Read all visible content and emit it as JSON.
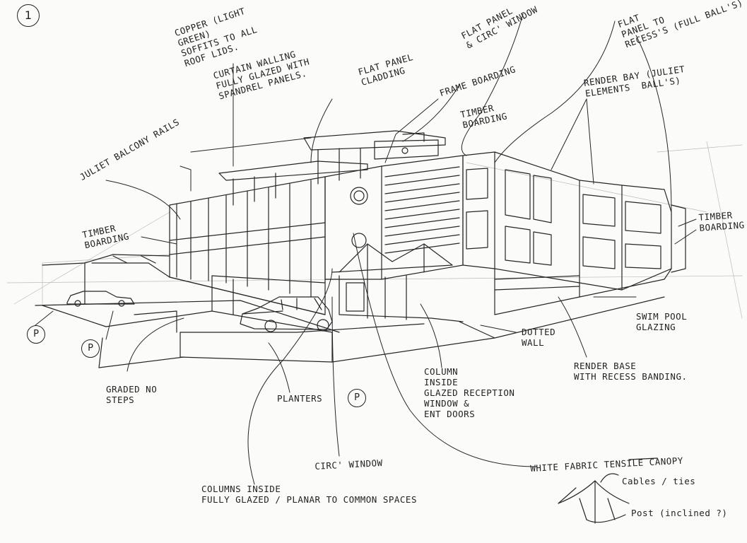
{
  "page_number": "1",
  "annotations": {
    "copper_soffits": "COPPER (LIGHT\nGREEN)\nSOFFITS TO ALL\nROOF LIDS.",
    "curtain_walling": "CURTAIN WALLING\nFULLY GLAZED WITH\nSPANDREL PANELS.",
    "flat_panel_cladding": "FLAT PANEL\nCLADDING",
    "flat_panel_circ_window": "FLAT PANEL\n& CIRC' WINDOW",
    "frame_boarding": "FRAME BOARDING",
    "timber_boarding_center": "TIMBER\nBOARDING",
    "flat_panel_recesses": "FLAT\nPANEL TO\nRECESS'S (FULL BALL'S)",
    "render_bay": "RENDER BAY (JULIET\nELEMENTS  BALL'S)",
    "juliet_balcony_rails": "JULIET BALCONY RAILS",
    "timber_boarding_left": "TIMBER\nBOARDING",
    "timber_boarding_right": "TIMBER\nBOARDING",
    "swim_pool_glazing": "SWIM POOL\nGLAZING",
    "dotted_wall": "DOTTED\nWALL",
    "render_base": "RENDER BASE\nWITH RECESS BANDING.",
    "column_reception": "COLUMN\nINSIDE\nGLAZED RECEPTION\nWINDOW &\nENT DOORS",
    "graded_steps": "GRADED NO\nSTEPS",
    "planters": "PLANTERS",
    "circ_window": "CIRC' WINDOW",
    "columns_inside": "COLUMNS INSIDE\nFULLY GLAZED / PLANAR TO COMMON SPACES",
    "canopy_title": "WHITE FABRIC TENSILE CANOPY",
    "cables_ties": "Cables / ties",
    "post_inclined": "Post (inclined ?)"
  },
  "parking_markers": [
    "P",
    "P",
    "P"
  ]
}
